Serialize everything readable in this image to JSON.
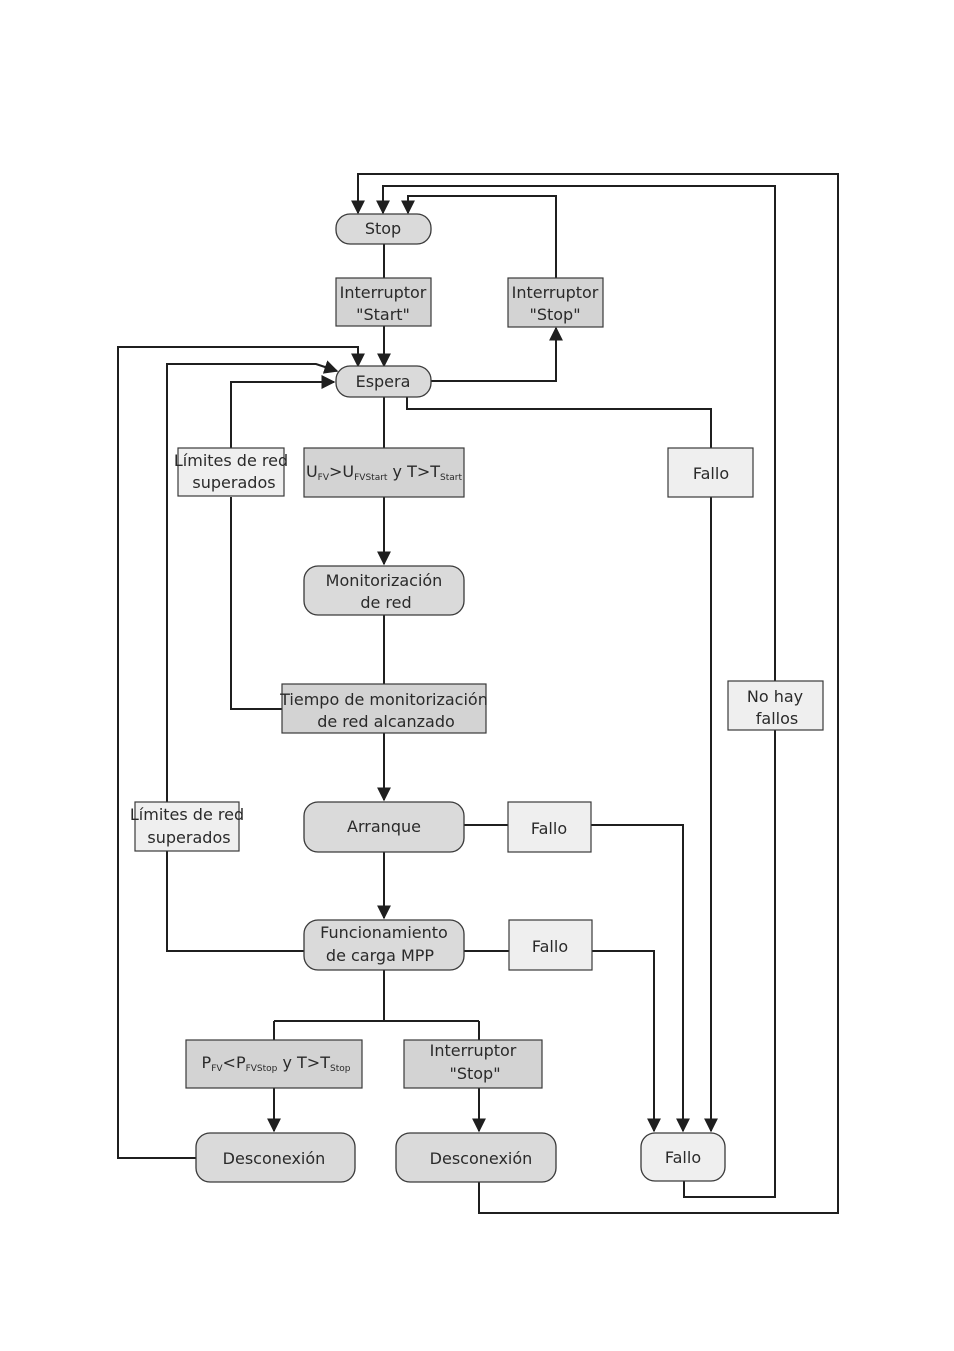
{
  "colors": {
    "state_fill": "#dadada",
    "fault_fill": "#efefef",
    "condition_fill": "#d3d3d3",
    "condition_light_fill": "#efefef",
    "line": "#1f1f1f",
    "text": "#2a2a2a"
  },
  "states": {
    "stop": "Stop",
    "espera": "Espera",
    "monitorizacion": [
      "Monitorización",
      "de red"
    ],
    "arranque": "Arranque",
    "funcionamiento": [
      "Funcionamiento",
      "de carga MPP"
    ],
    "desconexion_left": "Desconexión",
    "desconexion_right": "Desconexión",
    "fallo": "Fallo"
  },
  "conditions": {
    "interruptor_start": [
      "Interruptor",
      "\"Start\""
    ],
    "interruptor_stop_top": [
      "Interruptor",
      "\"Stop\""
    ],
    "limites_top": [
      "Límites de red",
      "superados"
    ],
    "limites_bottom": [
      "Límites de red",
      "superados"
    ],
    "u_fv": {
      "u": "U",
      "u_sub": "FV",
      "gt": ">U",
      "start_sub": "FVStart",
      "mid": " y T>T",
      "t_sub": "Start"
    },
    "fallo_right": "Fallo",
    "tiempo": [
      "Tiempo de monitorización",
      "de red alcanzado"
    ],
    "no_hay_fallos": [
      "No hay",
      "fallos"
    ],
    "fallo_arranque": "Fallo",
    "fallo_funcionamiento": "Fallo",
    "p_fv": {
      "p": "P",
      "p_sub": "FV",
      "lt": "<P",
      "stop_sub": "FVStop",
      "mid": " y T>T",
      "t_sub": "Stop"
    },
    "interruptor_stop_bottom": [
      "Interruptor",
      "\"Stop\""
    ]
  }
}
